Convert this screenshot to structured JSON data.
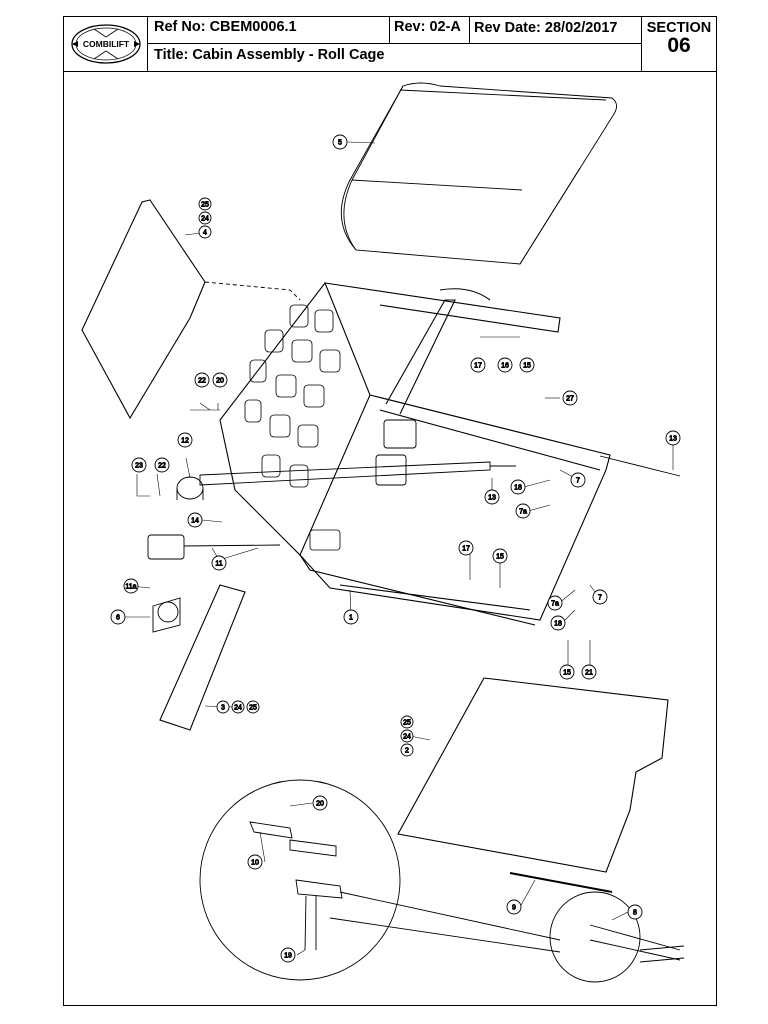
{
  "header": {
    "logo_name": "logo",
    "logo_text": "COMBILIFT",
    "ref_no": "Ref No: CBEM0006.1",
    "rev": "Rev: 02-A",
    "rev_date": "Rev Date: 28/02/2017",
    "title": "Title:  Cabin Assembly - Roll Cage",
    "section_label": "SECTION",
    "section_number": "06"
  },
  "callouts": {
    "c1": "1",
    "c2": "2",
    "c3": "3",
    "c4": "4",
    "c5": "5",
    "c6": "6",
    "c7a": "7",
    "c7b": "7",
    "c8": "8",
    "c9": "9",
    "c10": "10",
    "c11": "11",
    "c11a": "11a",
    "c12": "12",
    "c13a": "13",
    "c13b": "13",
    "c14": "14",
    "c15a": "15",
    "c15b": "15",
    "c15c": "15",
    "c16": "16",
    "c17a": "17",
    "c17b": "17",
    "c18a": "18",
    "c18b": "18",
    "c19": "19",
    "c20a": "20",
    "c20b": "20",
    "c21": "21",
    "c22a": "22",
    "c22b": "22",
    "c23": "23",
    "c24a": "24",
    "c24b": "24",
    "c24c": "24",
    "c25a": "25",
    "c25b": "25",
    "c25c": "25",
    "c27": "27",
    "c7a1": "7a",
    "c7a2": "7a"
  }
}
